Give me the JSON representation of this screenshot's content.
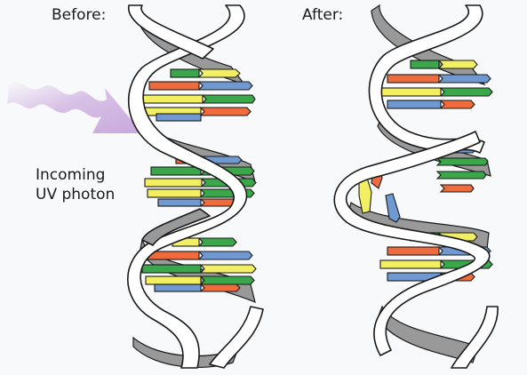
{
  "labels": {
    "before": "Before:",
    "after": "After:",
    "uv": "Incoming\nUV photon"
  },
  "colors": {
    "background": "#f8f9fa",
    "backbone_front": "#ffffff",
    "backbone_back": "#999999",
    "outline": "#1a1a1a",
    "photon": "#c9a8dd",
    "base_green": "#3aa84a",
    "base_yellow": "#f2ef63",
    "base_red": "#ef6a3c",
    "base_blue": "#6f99d0"
  }
}
